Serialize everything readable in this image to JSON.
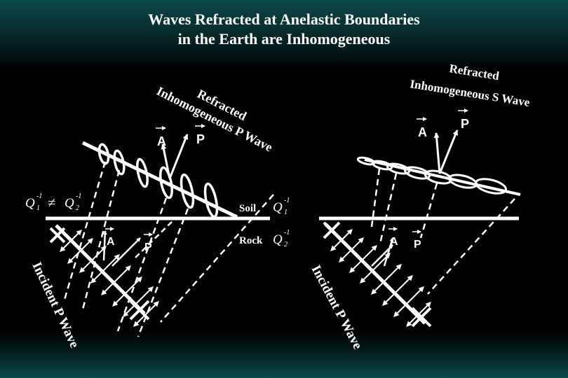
{
  "slide": {
    "title_line1": "Waves Refracted at Anelastic Boundaries",
    "title_line2": "in the Earth are Inhomogeneous"
  },
  "labels": {
    "refracted_p_line1": "Refracted",
    "refracted_p_line2": "Inhomogeneous P Wave",
    "refracted_s_line1": "Refracted",
    "refracted_s_line2": "Inhomogeneous S Wave",
    "incident_left": "Incident P Wave",
    "incident_right": "Incident P Wave",
    "soil": "Soil",
    "rock": "Rock",
    "vector_a": "A",
    "vector_p": "P",
    "q_symbol": "Q",
    "q_inverse_exp": "-1",
    "q1_sub": "1",
    "q2_sub": "2",
    "not_equal": "≠"
  },
  "colors": {
    "background": "#000000",
    "top_bottom_gradient": "#0d4a4c",
    "foreground": "#ffffff"
  }
}
